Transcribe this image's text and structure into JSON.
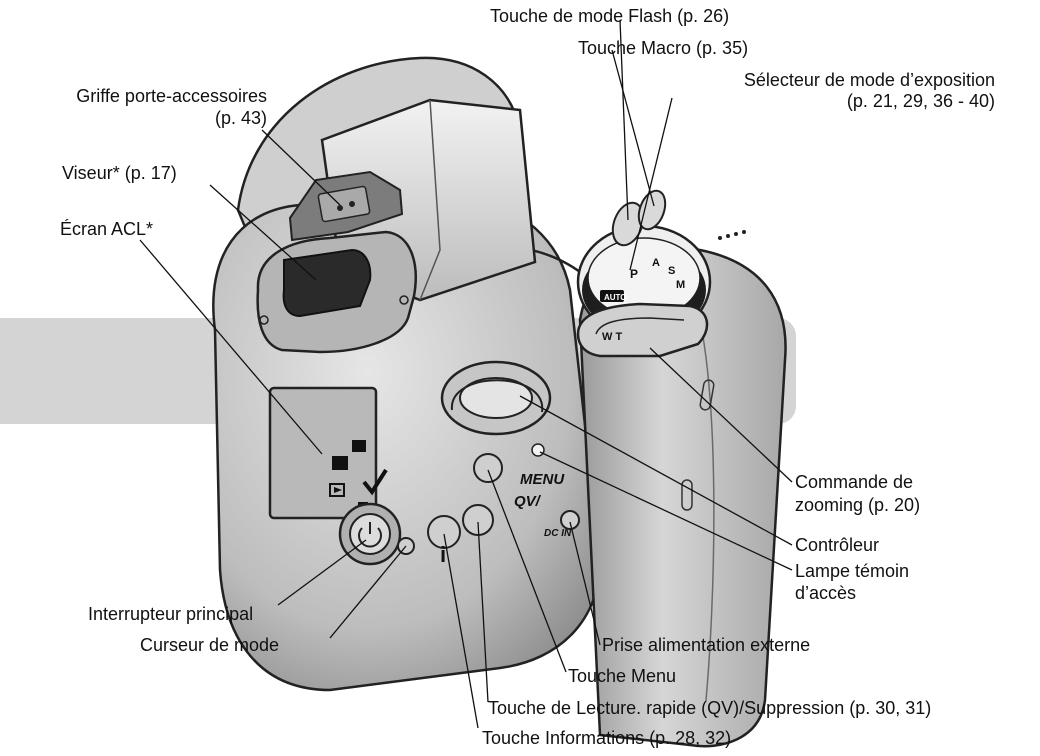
{
  "labels": {
    "flash_button": "Touche de mode Flash (p. 26)",
    "macro_button": "Touche Macro (p. 35)",
    "exposure_dial_line1": "Sélecteur de mode d’exposition",
    "exposure_dial_line2": "(p. 21, 29, 36 - 40)",
    "shoe_line1": "Griffe porte-accessoires",
    "shoe_line2": "(p. 43)",
    "viewfinder": "Viseur* (p. 17)",
    "lcd": "Écran ACL*",
    "zoom_line1": "Commande de",
    "zoom_line2": "zooming (p. 20)",
    "controller": "Contrôleur",
    "access_lamp_line1": "Lampe témoin",
    "access_lamp_line2": "d’accès",
    "main_switch": "Interrupteur principal",
    "mode_switch": "Curseur de mode",
    "dc_terminal": "Prise alimentation externe",
    "menu_button": "Touche Menu",
    "qv_button": "Touche de Lecture. rapide (QV)/Suppression (p. 30, 31)",
    "info_button": "Touche Informations (p. 28, 32)"
  },
  "camera_marks": {
    "menu": "MENU",
    "qv": "QV/",
    "dc_in": "DC IN",
    "auto": "AUTO",
    "zoom_lever": "W T",
    "info_glyph": "i"
  }
}
